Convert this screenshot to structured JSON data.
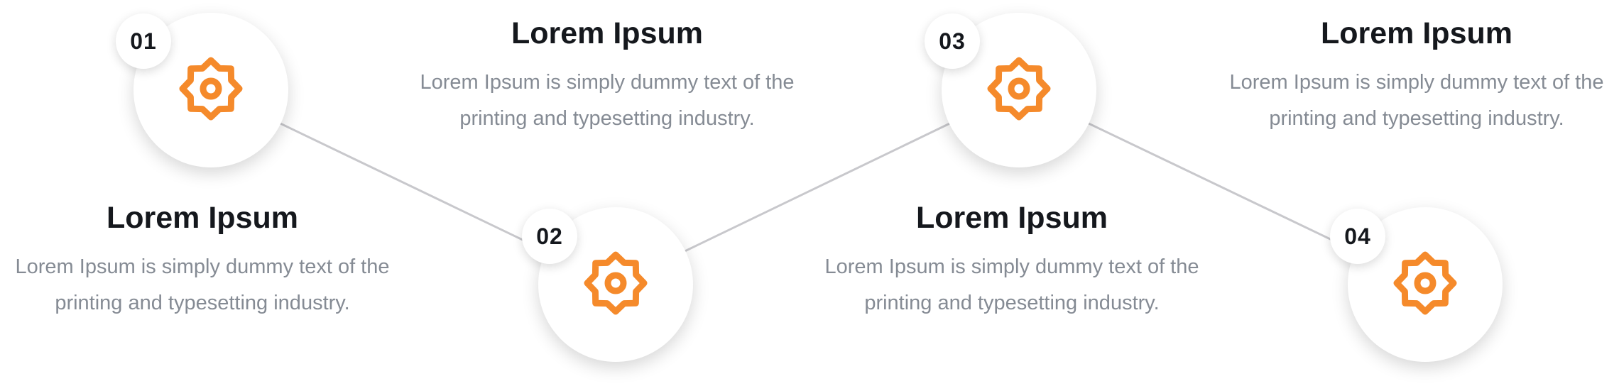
{
  "colors": {
    "accent": "#f58a2b",
    "line": "#c8c8cc",
    "title": "#15181d",
    "body": "#858b94"
  },
  "steps": [
    {
      "number": "01",
      "icon": "gear-icon",
      "title": "Lorem Ipsum",
      "body": "Lorem Ipsum is simply dummy text of the printing and typesetting industry."
    },
    {
      "number": "02",
      "icon": "gear-icon",
      "title": "Lorem Ipsum",
      "body": "Lorem Ipsum is simply dummy text of the printing and typesetting industry."
    },
    {
      "number": "03",
      "icon": "gear-icon",
      "title": "Lorem Ipsum",
      "body": "Lorem Ipsum is simply dummy text of the printing and typesetting industry."
    },
    {
      "number": "04",
      "icon": "gear-icon",
      "title": "Lorem Ipsum",
      "body": "Lorem Ipsum is simply dummy text of the printing and typesetting industry."
    }
  ]
}
